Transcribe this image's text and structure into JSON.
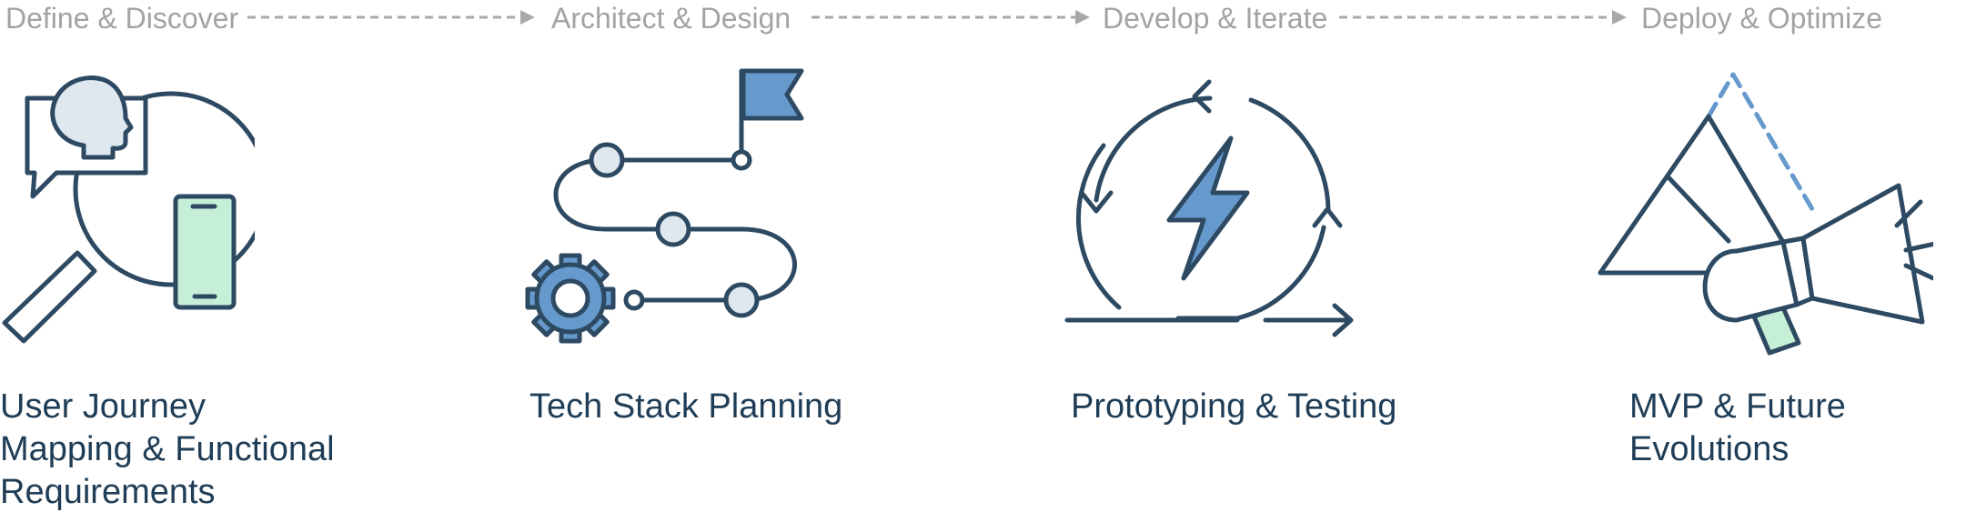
{
  "phases": [
    "Define & Discover",
    "Architect & Design",
    "Develop & Iterate",
    "Deploy & Optimize"
  ],
  "steps": [
    {
      "lines": [
        "User Journey",
        "Mapping & Functional",
        "Requirements"
      ],
      "icon": "research-icon"
    },
    {
      "lines": [
        "Tech Stack Planning"
      ],
      "icon": "roadmap-icon"
    },
    {
      "lines": [
        "Prototyping & Testing"
      ],
      "icon": "iteration-cycle-icon"
    },
    {
      "lines": [
        "MVP & Future",
        "Evolutions"
      ],
      "icon": "megaphone-launch-icon"
    }
  ],
  "colors": {
    "stroke": "#2d4a62",
    "accent_blue": "#6699cc",
    "light_blue": "#dfe7ef",
    "mint": "#c6efd8",
    "phase_text": "#a3a3a3",
    "arrow": "#a8a8a8"
  }
}
